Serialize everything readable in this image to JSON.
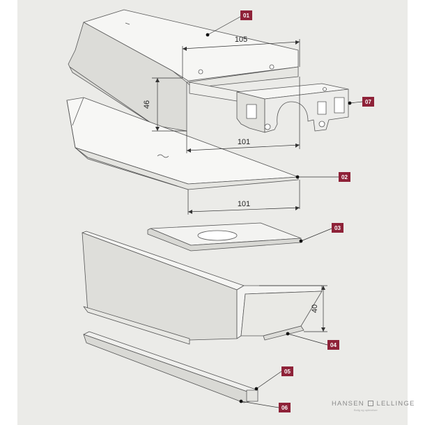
{
  "callouts": [
    "01",
    "02",
    "03",
    "04",
    "05",
    "06",
    "07"
  ],
  "dimensions": {
    "width_top": "105",
    "height_upper": "46",
    "width_upper_inner": "101",
    "width_middle": "101",
    "height_lower": "40"
  },
  "brand": {
    "name_left": "HANSEN",
    "name_right": "LELLINGE",
    "tagline": "Bolig og oplevelser"
  },
  "colors": {
    "panel": "#ebebe8",
    "profile_face": "#f4f4f2",
    "profile_shade": "#d9d9d5",
    "outline": "#555555",
    "callout": "#8e2238"
  }
}
